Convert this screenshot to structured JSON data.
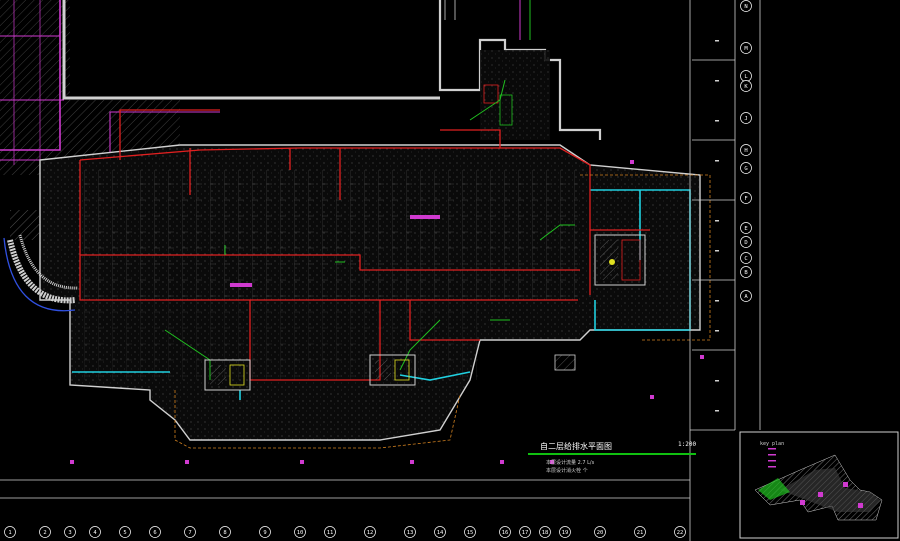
{
  "drawing": {
    "title": "自二层给排水平面图",
    "scale": "1:200",
    "note_1": "本层设计流量 2.7 L/s",
    "note_2": "本层设计消火栓 个"
  },
  "colors": {
    "background": "#000000",
    "wall": "#d0d0d0",
    "fire_pipe": "#e02020",
    "water_pipe": "#20c020",
    "boundary": "#d03ad0",
    "outline": "#20d0e0",
    "axis": "#ffffff",
    "equipment": "#e0e020",
    "dim": "#e04040"
  },
  "axes_right": [
    "N",
    "M",
    "L",
    "K",
    "J",
    "H",
    "G",
    "F",
    "E",
    "D",
    "C",
    "B",
    "A"
  ],
  "axes_bottom": [
    "1",
    "2",
    "3",
    "4",
    "5",
    "6",
    "7",
    "8",
    "9",
    "10",
    "11",
    "12",
    "13",
    "14",
    "15",
    "16",
    "17",
    "18",
    "19",
    "20",
    "21",
    "22"
  ],
  "key_plan": {
    "label": "key plan"
  }
}
